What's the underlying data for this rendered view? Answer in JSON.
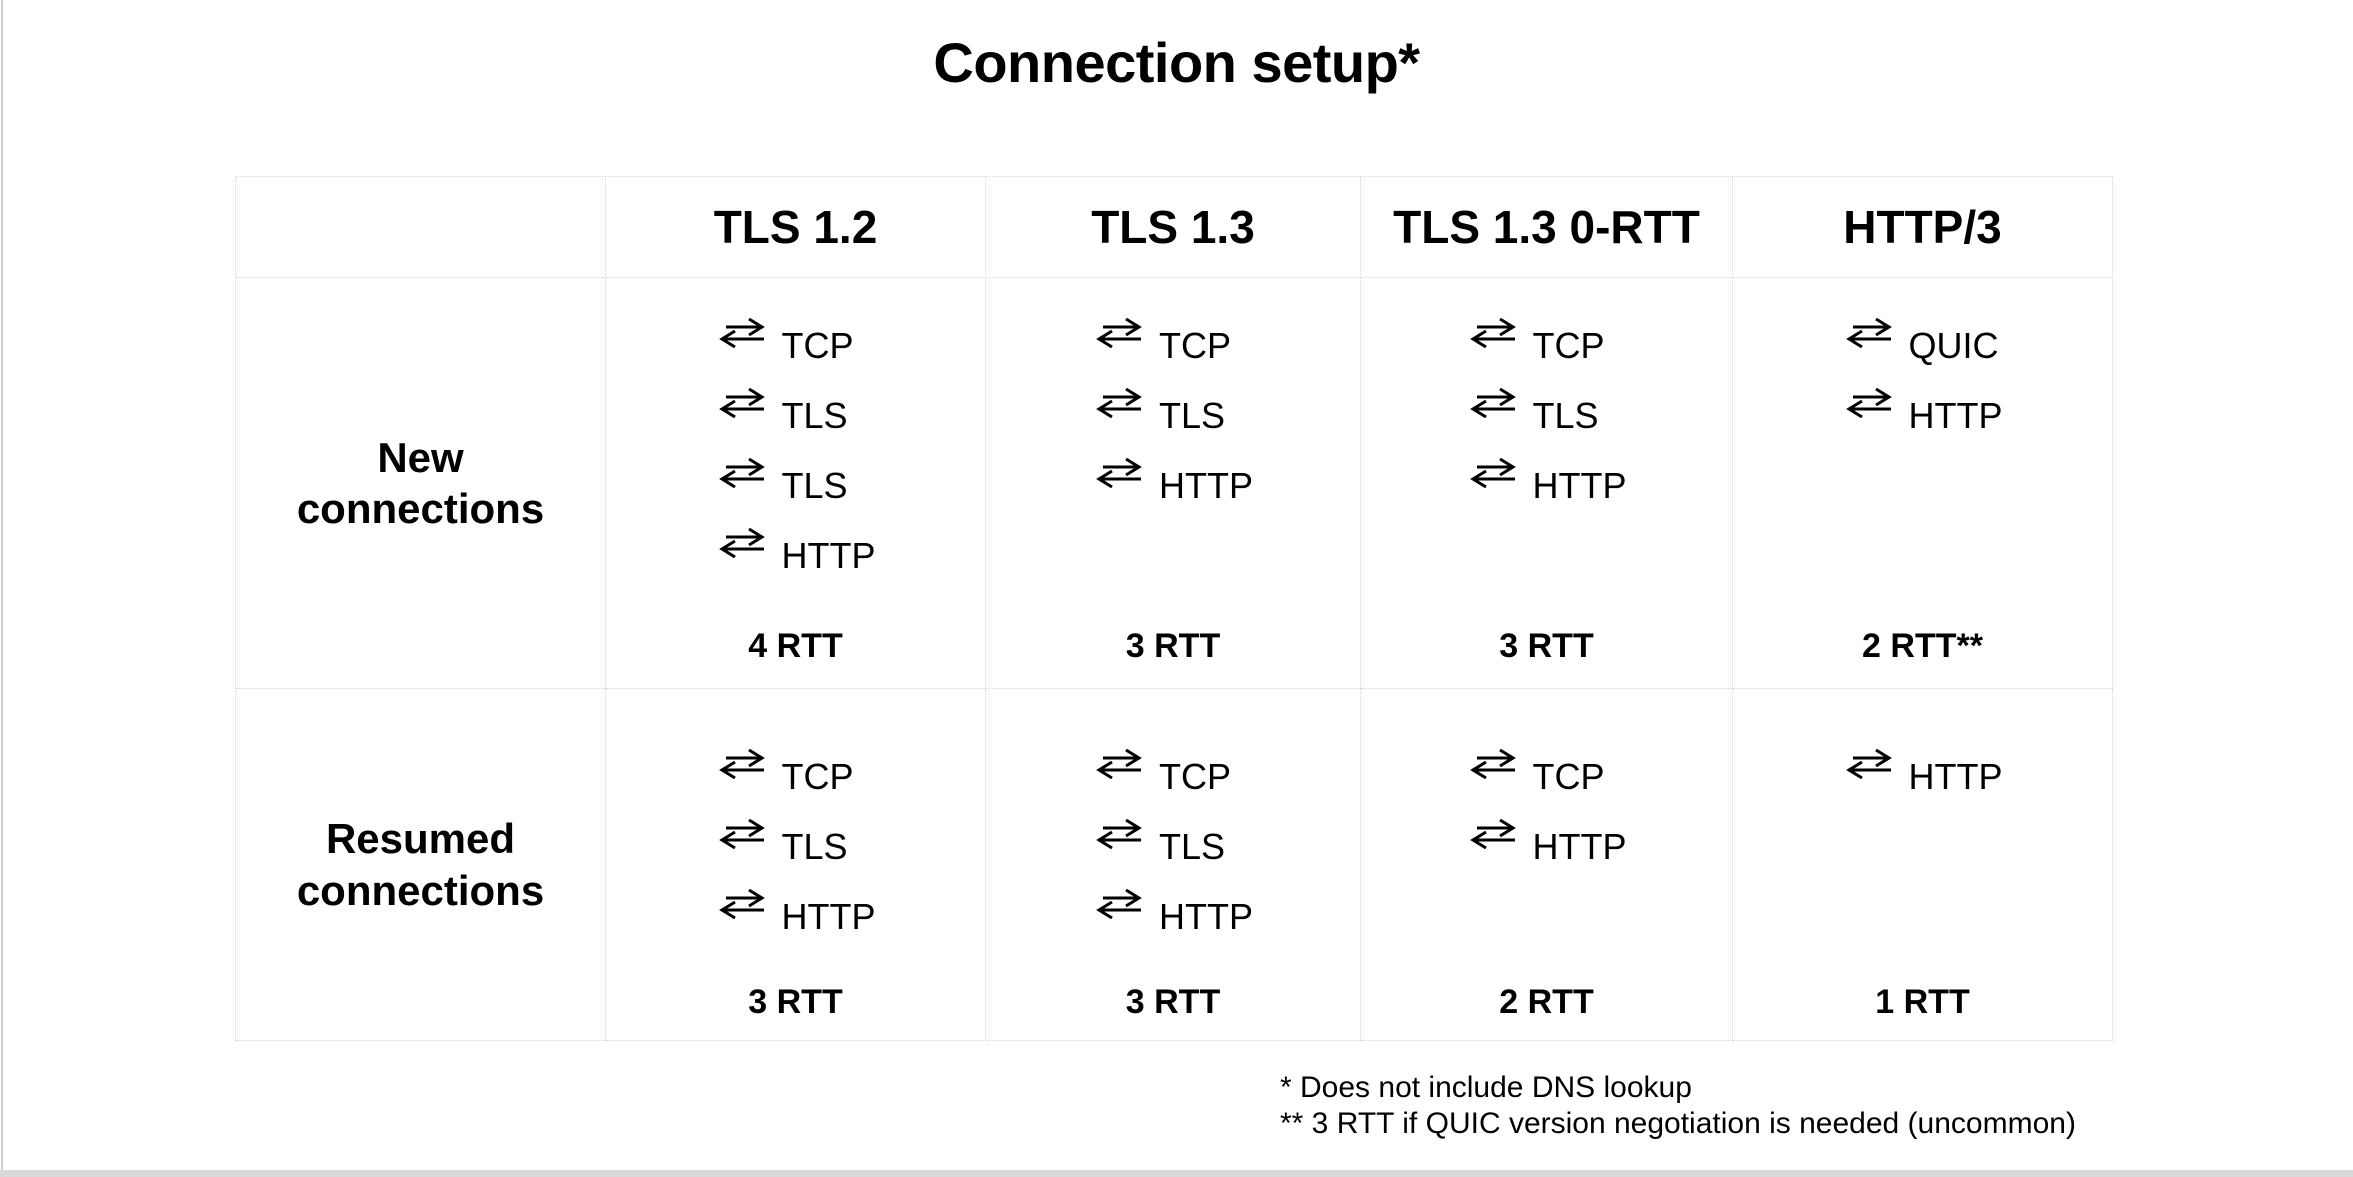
{
  "page": {
    "title": "Connection setup*"
  },
  "colors": {
    "background": "#ffffff",
    "text": "#000000",
    "table_border": "#d9d9d9",
    "screen_edge": "#cccccc"
  },
  "icons": {
    "round_trip": "round-trip-arrows-icon"
  },
  "table": {
    "columns": [
      "",
      "TLS 1.2",
      "TLS 1.3",
      "TLS 1.3 0-RTT",
      "HTTP/3"
    ],
    "rows": [
      {
        "label": "New connections",
        "cells": [
          {
            "steps": [
              "TCP",
              "TLS",
              "TLS",
              "HTTP"
            ],
            "rtt": "4 RTT"
          },
          {
            "steps": [
              "TCP",
              "TLS",
              "HTTP"
            ],
            "rtt": "3 RTT"
          },
          {
            "steps": [
              "TCP",
              "TLS",
              "HTTP"
            ],
            "rtt": "3 RTT"
          },
          {
            "steps": [
              "QUIC",
              "HTTP"
            ],
            "rtt": "2 RTT**"
          }
        ]
      },
      {
        "label": "Resumed connections",
        "cells": [
          {
            "steps": [
              "TCP",
              "TLS",
              "HTTP"
            ],
            "rtt": "3 RTT"
          },
          {
            "steps": [
              "TCP",
              "TLS",
              "HTTP"
            ],
            "rtt": "3 RTT"
          },
          {
            "steps": [
              "TCP",
              "HTTP"
            ],
            "rtt": "2 RTT"
          },
          {
            "steps": [
              "HTTP"
            ],
            "rtt": "1 RTT"
          }
        ]
      }
    ]
  },
  "footnotes": [
    "* Does not include DNS lookup",
    "** 3 RTT if QUIC version negotiation is needed (uncommon)"
  ]
}
